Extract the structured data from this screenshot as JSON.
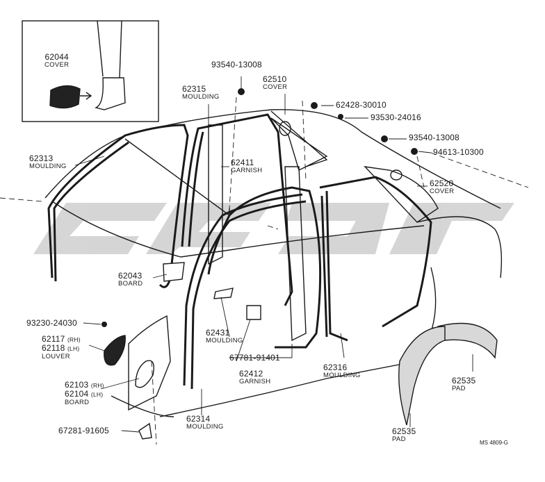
{
  "diagram": {
    "parts": [
      {
        "id": "p62044",
        "number": "62044",
        "name": "COVER"
      },
      {
        "id": "p93540a",
        "number": "93540-13008",
        "name": ""
      },
      {
        "id": "p62315",
        "number": "62315",
        "name": "MOULDING"
      },
      {
        "id": "p62510",
        "number": "62510",
        "name": "COVER"
      },
      {
        "id": "p62428",
        "number": "62428-30010",
        "name": ""
      },
      {
        "id": "p93530",
        "number": "93530-24016",
        "name": ""
      },
      {
        "id": "p93540b",
        "number": "93540-13008",
        "name": ""
      },
      {
        "id": "p94613",
        "number": "94613-10300",
        "name": ""
      },
      {
        "id": "p62313",
        "number": "62313",
        "name": "MOULDING"
      },
      {
        "id": "p62411",
        "number": "62411",
        "name": "GARNISH"
      },
      {
        "id": "p62520",
        "number": "62520",
        "name": "COVER"
      },
      {
        "id": "p62043",
        "number": "62043",
        "name": "BOARD"
      },
      {
        "id": "p93230",
        "number": "93230-24030",
        "name": ""
      },
      {
        "id": "p62117",
        "number": "62117",
        "suffix": "(RH)",
        "name": ""
      },
      {
        "id": "p62118",
        "number": "62118",
        "suffix": "(LH)",
        "name": "LOUVER"
      },
      {
        "id": "p62431",
        "number": "62431",
        "name": "MOULDING"
      },
      {
        "id": "p67781",
        "number": "67781-91401",
        "name": ""
      },
      {
        "id": "p62316",
        "number": "62316",
        "name": "MOULDING"
      },
      {
        "id": "p62412",
        "number": "62412",
        "name": "GARNISH"
      },
      {
        "id": "p62103",
        "number": "62103",
        "suffix": "(RH)",
        "name": ""
      },
      {
        "id": "p62104",
        "number": "62104",
        "suffix": "(LH)",
        "name": "BOARD"
      },
      {
        "id": "p62535a",
        "number": "62535",
        "name": "PAD"
      },
      {
        "id": "p62314",
        "number": "62314",
        "name": "MOULDING"
      },
      {
        "id": "p67281",
        "number": "67281-91605",
        "name": ""
      },
      {
        "id": "p62535b",
        "number": "62535",
        "name": "PAD"
      }
    ],
    "figure_code": "MS 4809-G"
  }
}
